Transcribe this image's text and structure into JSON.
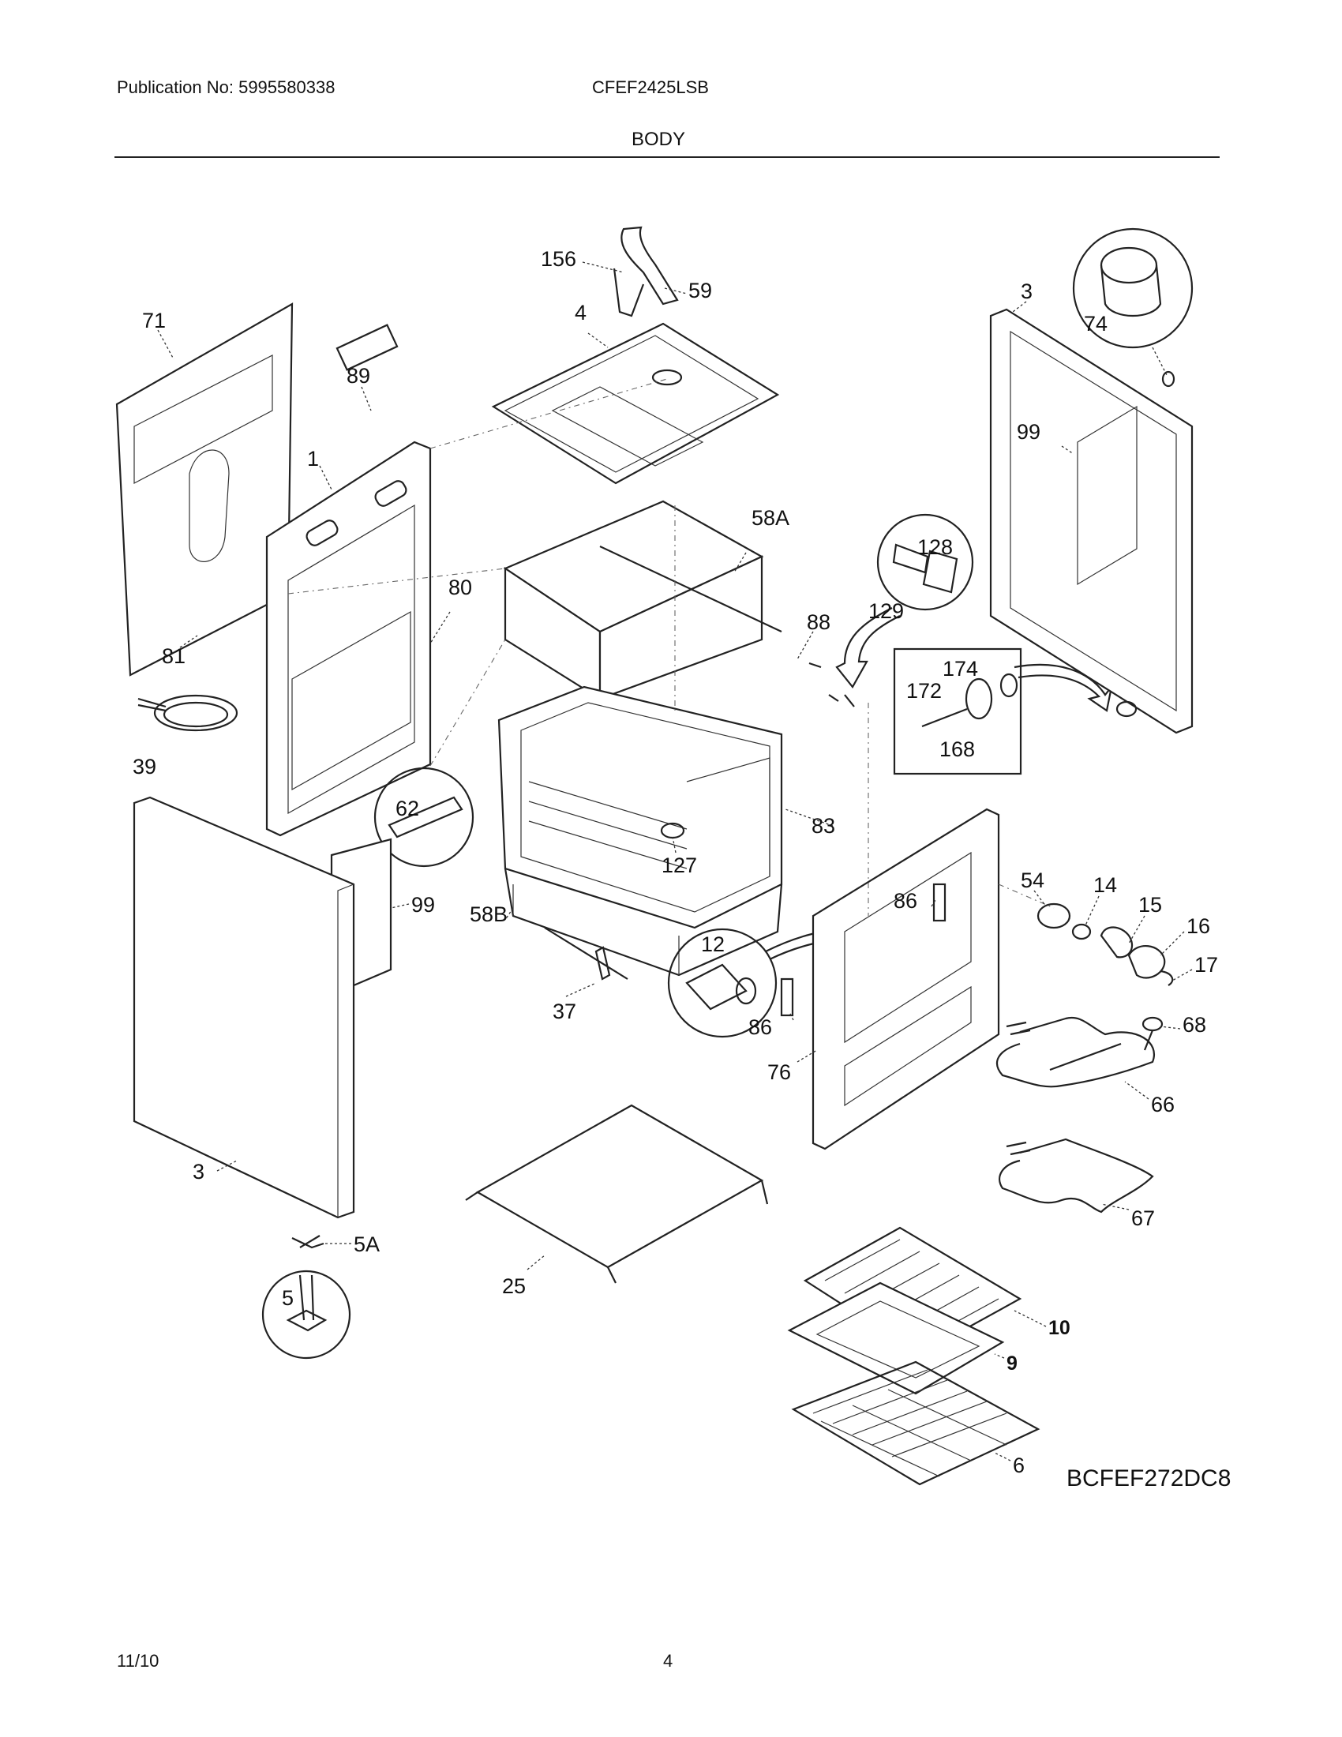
{
  "header": {
    "publication": "Publication No: 5995580338",
    "model": "CFEF2425LSB",
    "section": "BODY"
  },
  "footer": {
    "date": "11/10",
    "page": "4"
  },
  "diagram_code": "BCFEF272DC8",
  "callouts": {
    "c156": "156",
    "c59": "59",
    "c4": "4",
    "c3_top": "3",
    "c74": "74",
    "c71": "71",
    "c89": "89",
    "c1": "1",
    "c99_right": "99",
    "c58A": "58A",
    "c128": "128",
    "c129": "129",
    "c80": "80",
    "c88": "88",
    "c81": "81",
    "c174": "174",
    "c172": "172",
    "c168": "168",
    "c39": "39",
    "c62": "62",
    "c83": "83",
    "c127": "127",
    "c99_left": "99",
    "c58B": "58B",
    "c54": "54",
    "c14": "14",
    "c15": "15",
    "c16": "16",
    "c17": "17",
    "c86_top": "86",
    "c12": "12",
    "c37": "37",
    "c86_bottom": "86",
    "c76": "76",
    "c68": "68",
    "c66": "66",
    "c3_bottom": "3",
    "c67": "67",
    "c5A": "5A",
    "c25": "25",
    "c5": "5",
    "c10": "10",
    "c9": "9",
    "c6": "6"
  }
}
